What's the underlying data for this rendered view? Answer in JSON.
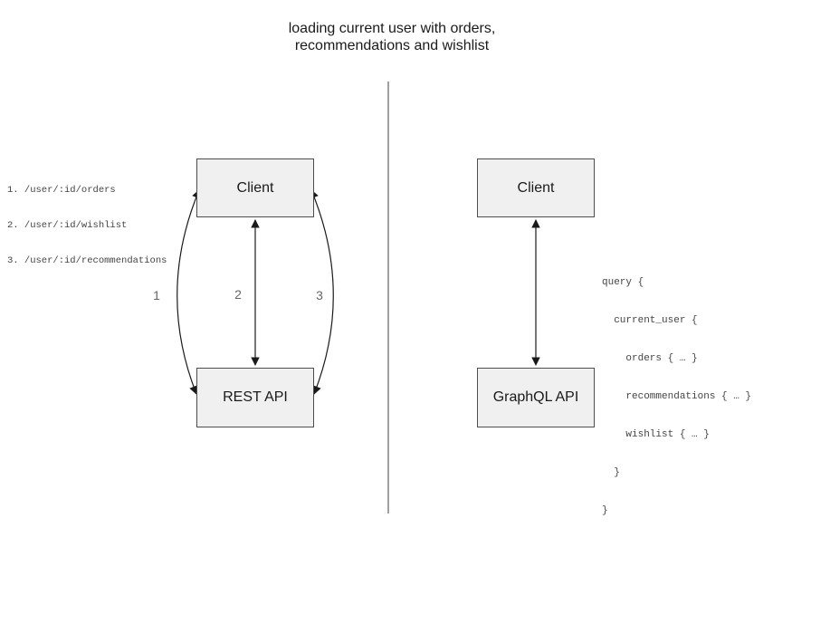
{
  "title": {
    "line1": "loading current user with orders,",
    "line2": "recommendations and wishlist"
  },
  "rest_panel": {
    "client_label": "Client",
    "api_label": "REST API",
    "endpoints": [
      "1. /user/:id/orders",
      "2. /user/:id/wishlist",
      "3. /user/:id/recommendations"
    ],
    "arrow_labels": [
      "1",
      "2",
      "3"
    ]
  },
  "graphql_panel": {
    "client_label": "Client",
    "api_label": "GraphQL API",
    "query_lines": [
      "query {",
      "  current_user {",
      "    orders { … }",
      "    recommendations { … }",
      "    wishlist { … }",
      "  }",
      "}"
    ]
  },
  "colors": {
    "box_fill": "#f0f0f0",
    "box_border": "#4d4d4d",
    "arrow": "#1a1a1a",
    "divider": "#808080",
    "arrow_label_gray": "#666666",
    "code_text": "#444444"
  }
}
